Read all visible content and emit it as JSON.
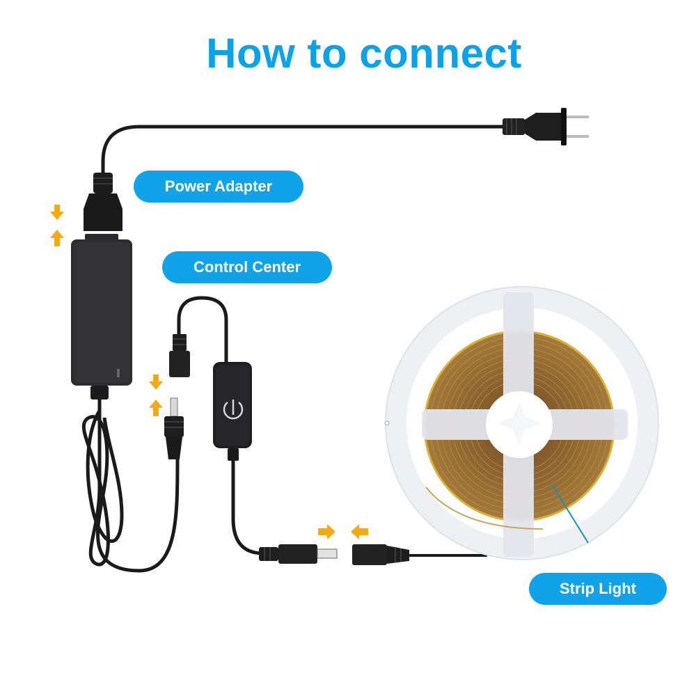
{
  "title": "How to connect",
  "labels": {
    "power_adapter": "Power Adapter",
    "control_center": "Control Center",
    "strip_light": "Strip Light"
  },
  "colors": {
    "title_blue": "#0aa2e8",
    "pill_blue": "#10a3e9",
    "arrow_orange": "#f5a914",
    "cable_black": "#1a1a1a",
    "reel_white": "#eef0f4",
    "strip_copper": "#9a6a2e",
    "pointer_line": "#1c8fb8"
  },
  "components": [
    {
      "name": "wall-plug",
      "type": "two-prong AC plug"
    },
    {
      "name": "power-adapter",
      "type": "AC/DC brick"
    },
    {
      "name": "control-center",
      "type": "touch switch with power icon"
    },
    {
      "name": "strip-light",
      "type": "COB LED strip on reel"
    }
  ],
  "connection_arrows": [
    {
      "location": "adapter-to-cord",
      "directions": [
        "down",
        "up"
      ]
    },
    {
      "location": "adapter-to-controller",
      "directions": [
        "down",
        "up"
      ]
    },
    {
      "location": "controller-to-strip",
      "directions": [
        "right",
        "left"
      ]
    }
  ]
}
